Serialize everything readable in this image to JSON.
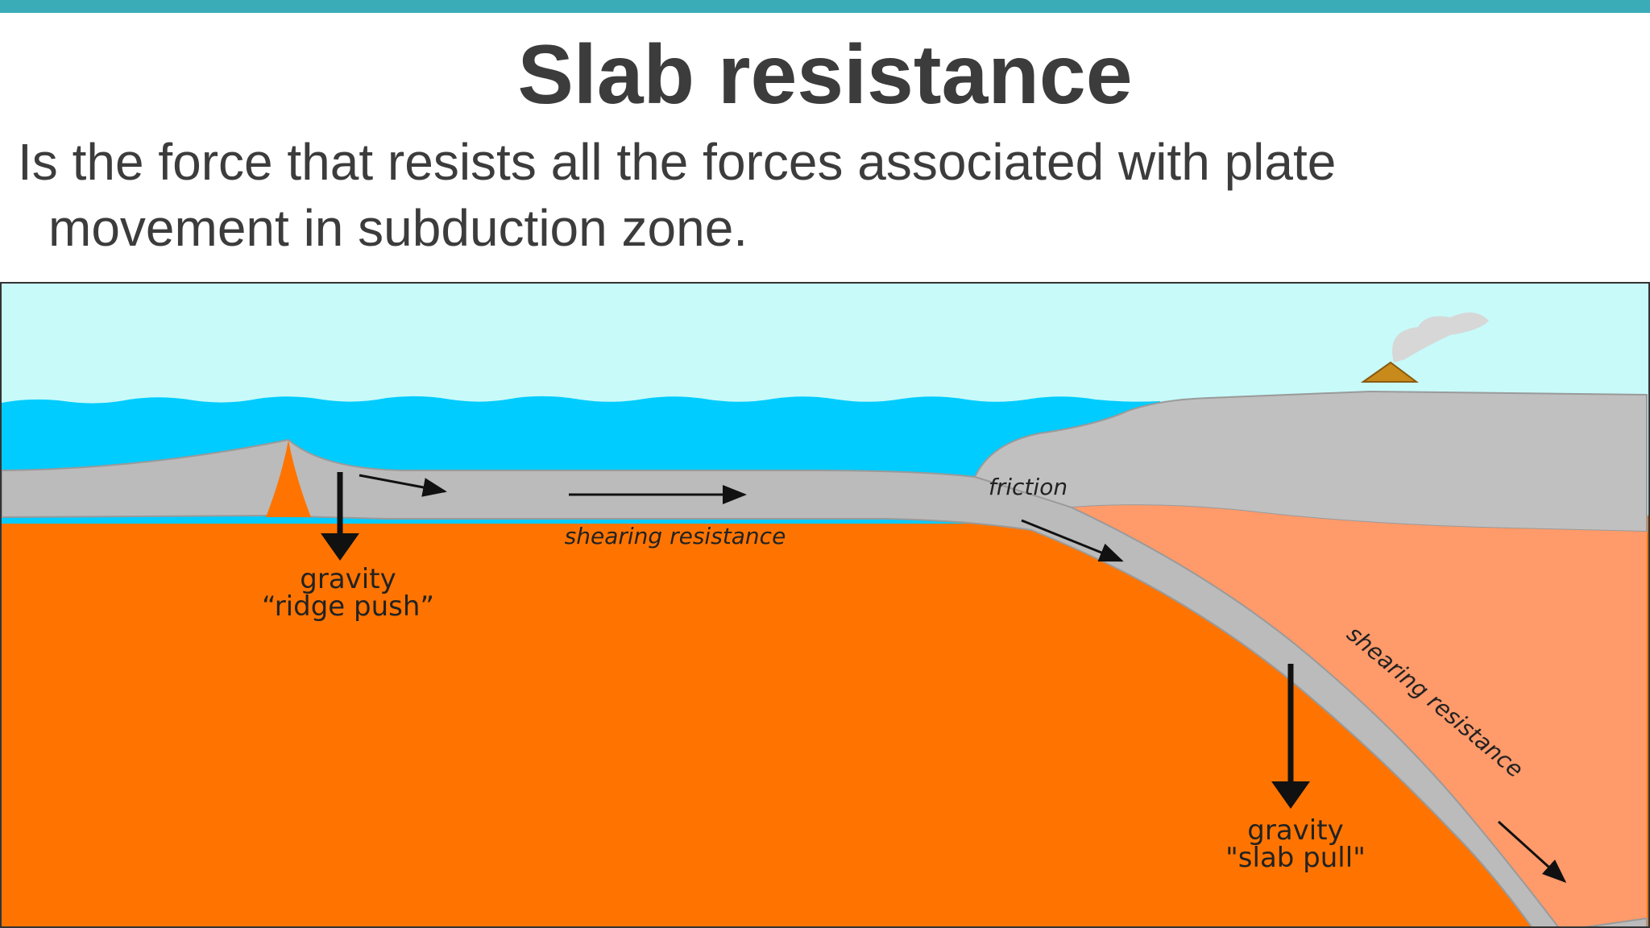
{
  "slide": {
    "title": "Slab resistance",
    "body_line1": "Is the force that resists all the forces associated with plate",
    "body_line2": "movement in subduction zone.",
    "accent_color": "#3aacb8"
  },
  "diagram": {
    "labels": {
      "gravity_ridge": "gravity",
      "ridge_push": "“ridge push”",
      "shearing_top": "shearing resistance",
      "friction": "friction",
      "shearing_slab": "shearing resistance",
      "gravity_slab": "gravity",
      "slab_pull": "\"slab pull\""
    },
    "colors": {
      "sky": "#c8fafa",
      "ocean": "#00ccff",
      "plate": "#bbbbbb",
      "mantle": "#ff7400",
      "overriding_mantle": "#ff9a6a",
      "volcano": "#c88a1a"
    }
  }
}
